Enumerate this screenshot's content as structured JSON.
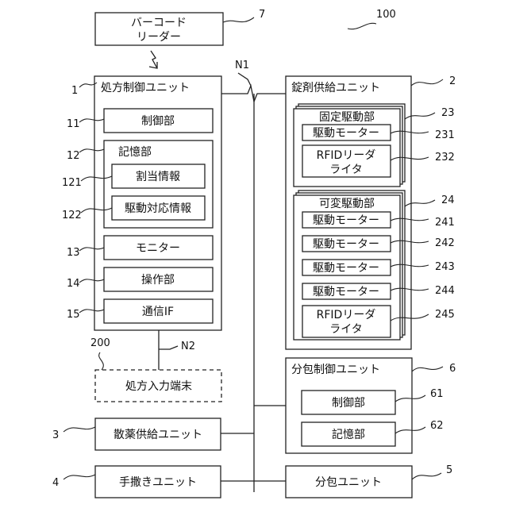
{
  "figure": {
    "ref_system": "100",
    "barcode": {
      "line1": "バーコード",
      "line2": "リーダー",
      "ref": "7"
    },
    "network": {
      "n1": "N1",
      "n2": "N2"
    },
    "prescription_unit": {
      "title": "処方制御ユニット",
      "ref": "1",
      "control": {
        "label": "制御部",
        "ref": "11"
      },
      "storage": {
        "title": "記憶部",
        "ref": "12",
        "assign": {
          "label": "割当情報",
          "ref": "121"
        },
        "drive_map": {
          "label": "駆動対応情報",
          "ref": "122"
        }
      },
      "monitor": {
        "label": "モニター",
        "ref": "13"
      },
      "operation": {
        "label": "操作部",
        "ref": "14"
      },
      "comm": {
        "label": "通信IF",
        "ref": "15"
      }
    },
    "terminal": {
      "label": "処方入力端末",
      "ref": "200"
    },
    "powder_unit": {
      "label": "散薬供給ユニット",
      "ref": "3"
    },
    "manual_unit": {
      "label": "手撒きユニット",
      "ref": "4"
    },
    "tablet_unit": {
      "title": "錠剤供給ユニット",
      "ref": "2",
      "fixed": {
        "title": "固定駆動部",
        "ref": "23",
        "motor": {
          "label": "駆動モーター",
          "ref": "231"
        },
        "rfid": {
          "line1": "RFIDリーダ",
          "line2": "ライタ",
          "ref": "232"
        }
      },
      "variable": {
        "title": "可変駆動部",
        "ref": "24",
        "motors": [
          {
            "label": "駆動モーター",
            "ref": "241"
          },
          {
            "label": "駆動モーター",
            "ref": "242"
          },
          {
            "label": "駆動モーター",
            "ref": "243"
          },
          {
            "label": "駆動モーター",
            "ref": "244"
          }
        ],
        "rfid": {
          "line1": "RFIDリーダ",
          "line2": "ライタ",
          "ref": "245"
        }
      }
    },
    "pack_control": {
      "title": "分包制御ユニット",
      "ref": "6",
      "control": {
        "label": "制御部",
        "ref": "61"
      },
      "storage": {
        "label": "記憶部",
        "ref": "62"
      }
    },
    "pack_unit": {
      "label": "分包ユニット",
      "ref": "5"
    }
  }
}
